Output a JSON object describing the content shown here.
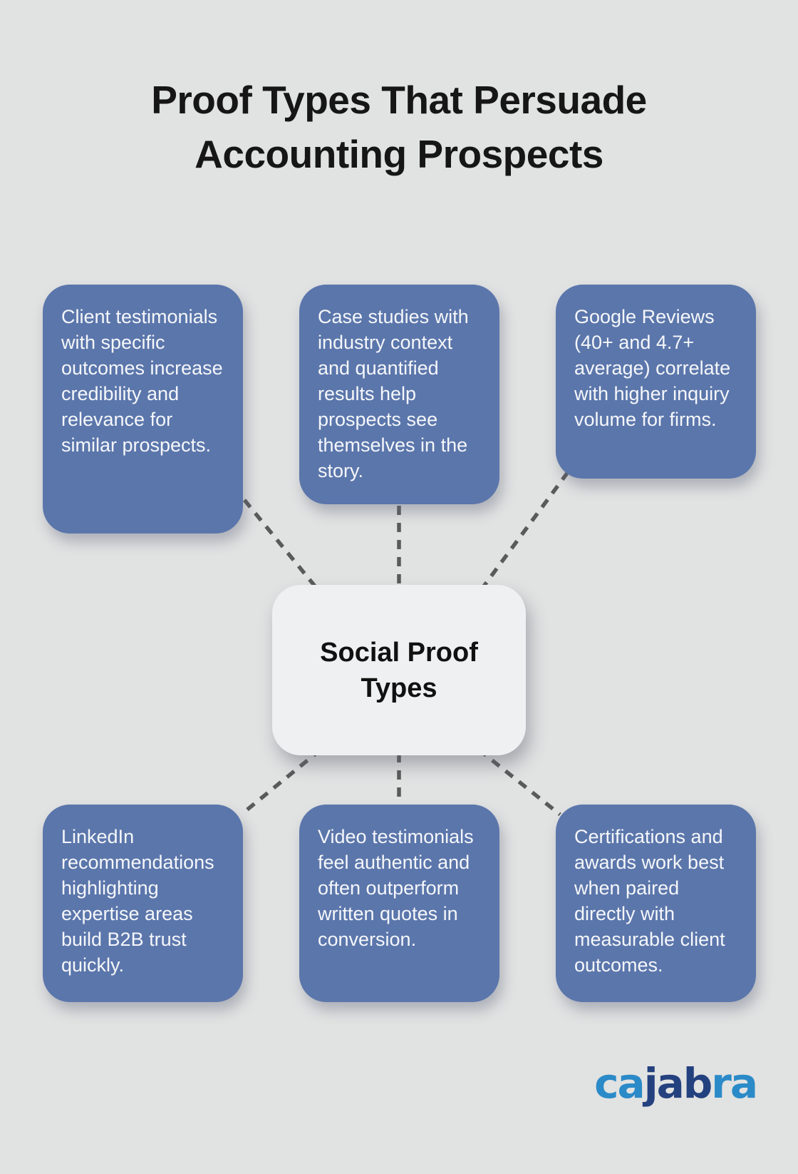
{
  "title": {
    "line1": "Proof Types That Persuade",
    "line2": "Accounting Prospects"
  },
  "center": {
    "label": "Social Proof Types"
  },
  "nodes": {
    "top": [
      {
        "text": "Client testimonials with specific outcomes increase credibility and relevance for similar prospects."
      },
      {
        "text": "Case studies with industry context and quantified results help prospects see themselves in the story."
      },
      {
        "text": "Google Reviews (40+ and 4.7+ average) correlate with higher inquiry volume for firms."
      }
    ],
    "bottom": [
      {
        "text": "LinkedIn recommendations highlighting expertise areas build B2B trust quickly."
      },
      {
        "text": "Video testimonials feel authentic and often outperform written quotes in conversion."
      },
      {
        "text": "Certifications and awards work best when paired directly with measurable client outcomes."
      }
    ]
  },
  "logo": {
    "part1": "ca",
    "part2": "jab",
    "part3": "ra"
  },
  "colors": {
    "background": "#e1e2e2",
    "node_fill": "#5b76ab",
    "node_text": "#f5f7fa",
    "center_fill": "#eff0f2",
    "title_text": "#161616",
    "connector": "#5a5a5a",
    "logo_light_blue": "#2b8ac8",
    "logo_dark_blue": "#24417f"
  }
}
